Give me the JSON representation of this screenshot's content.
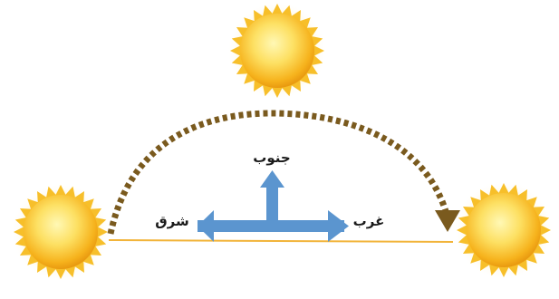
{
  "directions": {
    "south": "جنوب",
    "east": "شرق",
    "west": "غرب"
  },
  "colors": {
    "sun_outer": "#f6b21c",
    "sun_inner": "#fff6a8",
    "sun_ray": "#f7c02a",
    "path_dotted": "#7a5a1e",
    "horizon_line": "#f2b43a",
    "compass_arrow": "#5b95cf",
    "label_text": "#1a1a1a"
  },
  "icons": [
    "sun-icon",
    "compass-arrows-icon",
    "arrowhead-icon"
  ]
}
